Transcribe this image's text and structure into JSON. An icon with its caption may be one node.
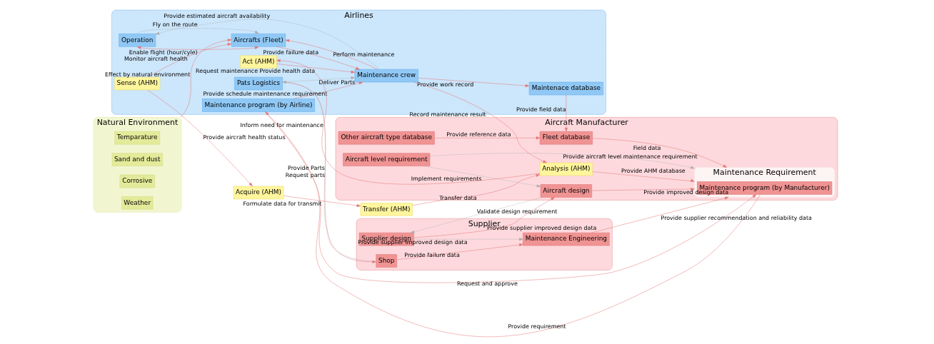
{
  "diagram": {
    "nodes": [
      {
        "text": [
          "Airlines"
        ]
      },
      {
        "text": [
          "Operation"
        ],
        "in": 0
      },
      {
        "text": [
          "Maintenance crew"
        ],
        "in": 0
      },
      {
        "text": [
          "Maintenace database"
        ],
        "in": 0
      },
      {
        "text": [
          "Maintenance program (by Airline)"
        ],
        "in": 0
      },
      {
        "text": [
          "Aircrafts (Fleet)"
        ],
        "in": 0
      },
      {
        "text": [
          "Act (AHM)"
        ],
        "in": 0
      },
      {
        "text": [
          "Sense (AHM)"
        ],
        "in": 0
      },
      {
        "text": [
          "Pats Logistics"
        ],
        "in": 0
      },
      {
        "text": [
          "Aircraft Manufacturer"
        ]
      },
      {
        "text": [
          "Fleet database"
        ],
        "in": 9
      },
      {
        "text": [
          "Other aircraft type database"
        ],
        "in": 9
      },
      {
        "text": [
          "Maintenance Requirement"
        ],
        "in": 9
      },
      {
        "text": [
          "Maintenance program (by Manufacturer)"
        ],
        "in": 12
      },
      {
        "text": [
          "Aircraft level requirement"
        ],
        "in": 9
      },
      {
        "text": [
          "Analysis (AHM)"
        ],
        "in": 9
      },
      {
        "text": [
          "Aircraft design"
        ],
        "in": 9
      },
      {
        "text": [
          "Supplier"
        ]
      },
      {
        "text": [
          "Maintenance Engineering"
        ],
        "in": 17
      },
      {
        "text": [
          "Supplier design"
        ],
        "in": 17
      },
      {
        "text": [
          "Shop"
        ],
        "in": 17
      },
      {
        "text": [
          "Natural Environment"
        ]
      },
      {
        "text": [
          "Temparature"
        ],
        "in": 21
      },
      {
        "text": [
          "Sand and dust"
        ],
        "in": 21
      },
      {
        "text": [
          "Corrosive"
        ],
        "in": 21
      },
      {
        "text": [
          "Weather"
        ],
        "in": 21
      },
      {
        "text": [
          "Acquire (AHM)"
        ]
      },
      {
        "text": [
          "Transfer (AHM)"
        ]
      }
    ],
    "edges": [
      {
        "from": 2,
        "to": 1,
        "arrow": "to",
        "label": "Provide estimated aircraft availability",
        "style": "dashed",
        "color": "#aaaaaa"
      },
      {
        "from": 2,
        "to": 3,
        "arrow": "to",
        "label": "Provide work record"
      },
      {
        "from": 4,
        "to": 2,
        "arrow": "to",
        "label": "Provide schedule maintenance requirement"
      },
      {
        "from": 5,
        "to": 2,
        "arrow": "to",
        "label": "Provide failure data"
      },
      {
        "from": 2,
        "to": 5,
        "arrow": "to",
        "label": "Perform maintenance"
      },
      {
        "from": 1,
        "to": 5,
        "arrow": "to",
        "label": "Fly on the route",
        "style": "dashed",
        "color": "#aaaaaa"
      },
      {
        "from": 6,
        "to": 2,
        "arrow": "to",
        "label": "Request maintenance Provide health data"
      },
      {
        "from": 5,
        "to": 1,
        "arrow": "both",
        "label": "Enable flight (hour/cyle)"
      },
      {
        "from": 21,
        "to": 5,
        "arrow": "to",
        "label": "Effect by natural environment"
      },
      {
        "from": 7,
        "to": 5,
        "arrow": "to",
        "label": "Monitor aircraft health"
      },
      {
        "from": 7,
        "to": 26,
        "arrow": "to",
        "label": "Provide aircraft health status"
      },
      {
        "from": 8,
        "to": 2,
        "arrow": "to",
        "label": "Deliver Parts",
        "style": "dashed",
        "color": "#aaaaaa"
      },
      {
        "from": 2,
        "to": 15,
        "arrow": "to",
        "label": "Record maintenance result"
      },
      {
        "from": 15,
        "to": 6,
        "arrow": "to",
        "label": "Inform need for maintenance"
      },
      {
        "from": 3,
        "to": 10,
        "arrow": "to",
        "label": "Provide field data"
      },
      {
        "from": 11,
        "to": 10,
        "arrow": "to",
        "label": "Provide reference data"
      },
      {
        "from": 10,
        "to": 12,
        "arrow": "to",
        "label": "Field data"
      },
      {
        "from": 14,
        "to": 12,
        "arrow": "to",
        "label": "Provide aircraft level maintenance requirement",
        "style": "dashed",
        "color": "#aaaaaa"
      },
      {
        "from": 4,
        "to": 13,
        "arrow": "to",
        "label": "Request and approve"
      },
      {
        "from": 13,
        "to": 4,
        "arrow": "to",
        "label": "Provide requirement"
      },
      {
        "from": 18,
        "to": 12,
        "arrow": "to",
        "label": "Provide supplier recommendation and reliability data"
      },
      {
        "from": 15,
        "to": 12,
        "arrow": "to",
        "label": "Provide AHM database"
      },
      {
        "from": 16,
        "to": 12,
        "arrow": "to",
        "label": "Provide improved design data"
      },
      {
        "from": 14,
        "to": 16,
        "arrow": "to",
        "label": "Implement requirements",
        "style": "dashed",
        "color": "#aaaaaa"
      },
      {
        "from": 16,
        "to": 19,
        "arrow": "to",
        "label": "Validate design requirement",
        "style": "dashed",
        "color": "#aaaaaa"
      },
      {
        "from": 19,
        "to": 16,
        "arrow": "to",
        "label": "Provide supplier improved design data"
      },
      {
        "from": 19,
        "to": 18,
        "arrow": "to",
        "label": "Provide supplier improved design data",
        "style": "dashed",
        "color": "#aaaaaa"
      },
      {
        "from": 20,
        "to": 18,
        "arrow": "to",
        "label": "Provide failure data"
      },
      {
        "from": 8,
        "to": 20,
        "arrow": "to",
        "label": "Request parts"
      },
      {
        "from": 20,
        "to": 8,
        "arrow": "to",
        "label": "Provide Parts",
        "style": "dashed",
        "color": "#aaaaaa"
      },
      {
        "from": 27,
        "to": 15,
        "arrow": "to",
        "label": "Transfer data"
      },
      {
        "from": 26,
        "to": 27,
        "arrow": "to",
        "label": "Formulate data for transmit"
      }
    ]
  }
}
